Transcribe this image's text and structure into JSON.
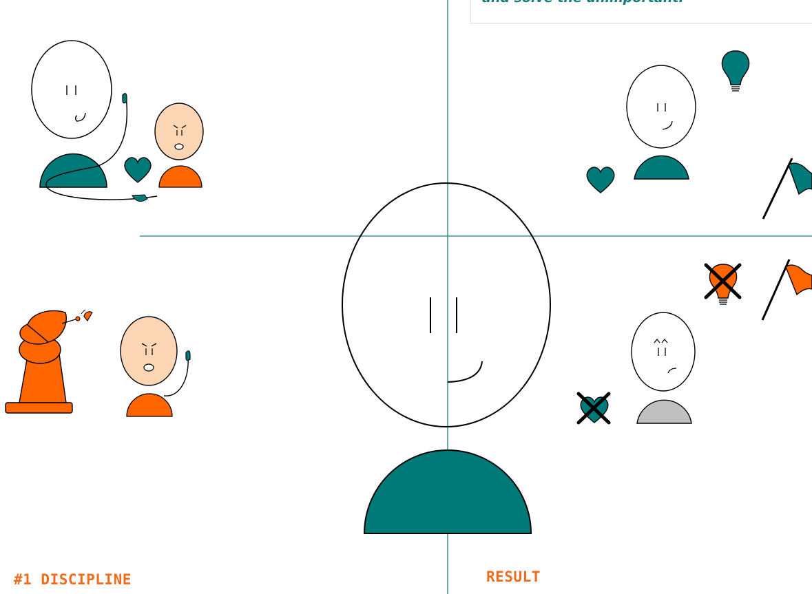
{
  "callout": {
    "text": "and solve the unimportant."
  },
  "labels": {
    "left": "#1 DISCIPLINE",
    "right": "RESULT"
  },
  "colors": {
    "teal": "#007a78",
    "orange": "#ff6600",
    "skin": "#fcd5b5",
    "gray": "#c0c0c0",
    "label": "#f26b1d",
    "callout_text": "#167c7c",
    "divider": "#1a7f7f"
  },
  "icons": [
    "heart-icon",
    "lightbulb-icon",
    "flag-icon",
    "cross-icon",
    "telescope-icon",
    "phone-icon"
  ]
}
